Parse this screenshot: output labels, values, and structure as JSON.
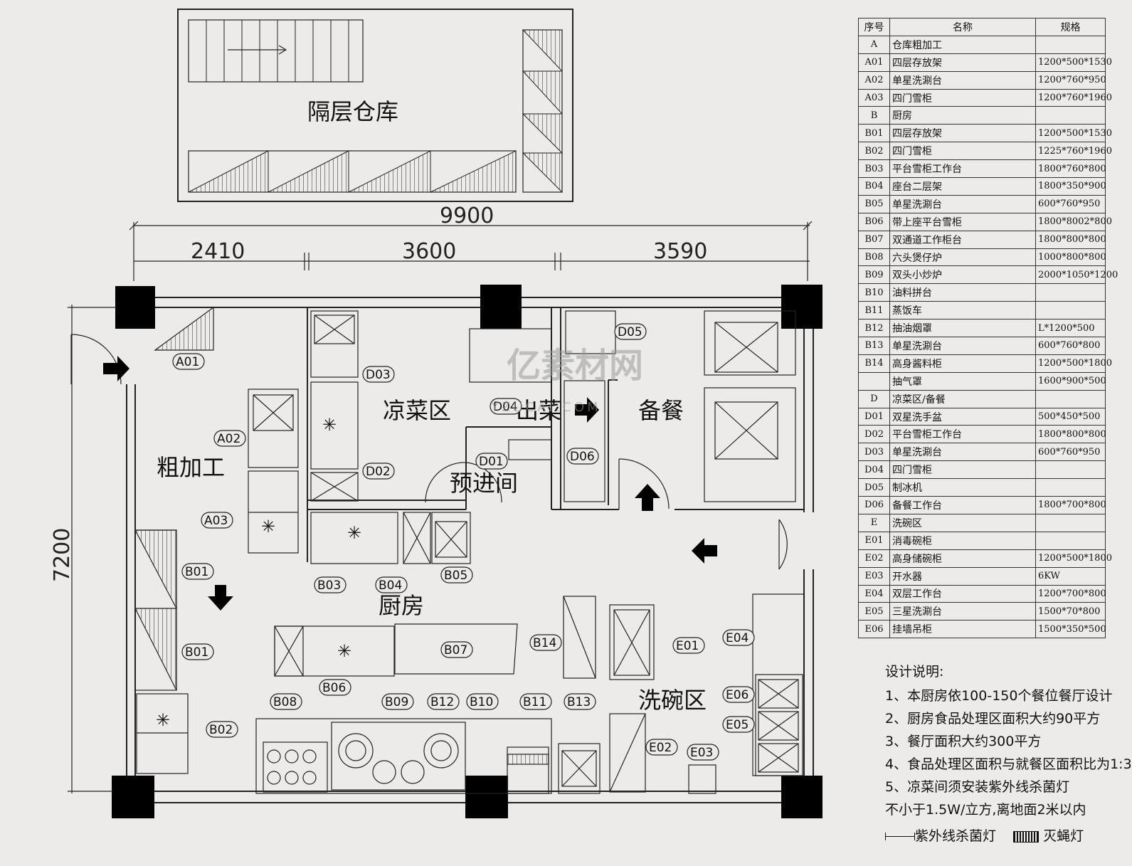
{
  "mezzanine_label": "隔层仓库",
  "dimensions": {
    "total_width": "9900",
    "seg1": "2410",
    "seg2": "3600",
    "seg3": "3590",
    "height": "7200"
  },
  "rooms": {
    "rough_processing": "粗加工",
    "cold_dish": "凉菜区",
    "serving": "出菜",
    "prep": "备餐",
    "anteroom": "预进间",
    "kitchen": "厨房",
    "dishwashing": "洗碗区"
  },
  "tags": {
    "A01": "A01",
    "A02": "A02",
    "A03": "A03",
    "B01": "B01",
    "B02": "B02",
    "B03": "B03",
    "B04": "B04",
    "B05": "B05",
    "B06": "B06",
    "B07": "B07",
    "B08": "B08",
    "B09": "B09",
    "B10": "B10",
    "B11": "B11",
    "B12": "B12",
    "B13": "B13",
    "B14": "B14",
    "D01": "D01",
    "D02": "D02",
    "D03": "D03",
    "D04": "D04",
    "D05": "D05",
    "D06": "D06",
    "E01": "E01",
    "E02": "E02",
    "E03": "E03",
    "E04": "E04",
    "E05": "E05",
    "E06": "E06"
  },
  "watermark": {
    "main": "亿素材网",
    "sub": "YZUCAI.COM"
  },
  "table": {
    "headers": [
      "序号",
      "名称",
      "规格"
    ],
    "rows": [
      [
        "A",
        "仓库粗加工",
        ""
      ],
      [
        "A01",
        "四层存放架",
        "1200*500*1530"
      ],
      [
        "A02",
        "单星洗涮台",
        "1200*760*950"
      ],
      [
        "A03",
        "四门雪柜",
        "1200*760*1960"
      ],
      [
        "B",
        "厨房",
        ""
      ],
      [
        "B01",
        "四层存放架",
        "1200*500*1530"
      ],
      [
        "B02",
        "四门雪柜",
        "1225*760*1960"
      ],
      [
        "B03",
        "平台雪柜工作台",
        "1800*760*800"
      ],
      [
        "B04",
        "座台二层架",
        "1800*350*900"
      ],
      [
        "B05",
        "单星洗涮台",
        "600*760*950"
      ],
      [
        "B06",
        "带上座平台雪柜",
        "1800*8002*800"
      ],
      [
        "B07",
        "双通道工作柜台",
        "1800*800*800"
      ],
      [
        "B08",
        "六头煲仔炉",
        "1000*800*800"
      ],
      [
        "B09",
        "双头小炒炉",
        "2000*1050*1200"
      ],
      [
        "B10",
        "油料拼台",
        ""
      ],
      [
        "B11",
        "蒸饭车",
        ""
      ],
      [
        "B12",
        "抽油烟罩",
        "L*1200*500"
      ],
      [
        "B13",
        "单星洗涮台",
        "600*760*800"
      ],
      [
        "B14",
        "高身酱料柜",
        "1200*500*1800"
      ],
      [
        "",
        "抽气罩",
        "1600*900*500"
      ],
      [
        "D",
        "凉菜区/备餐",
        ""
      ],
      [
        "D01",
        "双星洗手盆",
        "500*450*500"
      ],
      [
        "D02",
        "平台雪柜工作台",
        "1800*800*800"
      ],
      [
        "D03",
        "单星洗涮台",
        "600*760*950"
      ],
      [
        "D04",
        "四门雪柜",
        ""
      ],
      [
        "D05",
        "制冰机",
        ""
      ],
      [
        "D06",
        "备餐工作台",
        " 1800*700*800"
      ],
      [
        "E",
        "洗碗区",
        ""
      ],
      [
        "E01",
        "消毒碗柜",
        ""
      ],
      [
        "E02",
        "高身储碗柜",
        "1200*500*1800"
      ],
      [
        "E03",
        "开水器",
        "6KW"
      ],
      [
        "E04",
        "双层工作台",
        "1200*700*800"
      ],
      [
        "E05",
        "三星洗涮台",
        "1500*70*800"
      ],
      [
        "E06",
        "挂墙吊柜",
        "1500*350*500"
      ]
    ]
  },
  "notes": {
    "title": "设计说明:",
    "lines": [
      "1、本厨房依100-150个餐位餐厅设计",
      "2、厨房食品处理区面积大约90平方",
      "3、餐厅面积大约300平方",
      "4、食品处理区面积与就餐区面积比为1:3",
      "5、凉菜间须安装紫外线杀菌灯",
      "不小于1.5W/立方,离地面2米以内"
    ]
  },
  "legend": {
    "uv": "紫外线杀菌灯",
    "fly": "灭蝇灯"
  }
}
